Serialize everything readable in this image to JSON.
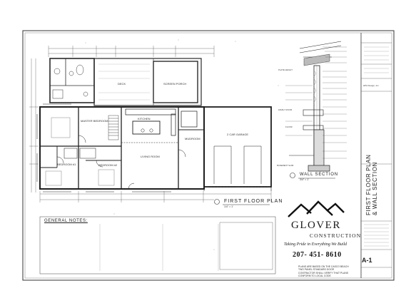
{
  "plan": {
    "title": "FIRST FLOOR PLAN",
    "scale": "1/4\" = 1'",
    "rooms": {
      "deck": "DECK",
      "screen_porch": "SCREEN PORCH",
      "kitchen": "KITCHEN",
      "master_bedroom": "MASTER BEDROOM",
      "living_room": "LIVING ROOM",
      "bedroom_1": "BEDROOM #1",
      "bedroom_2": "BEDROOM #2",
      "mudroom": "MUDROOM",
      "garage": "2 CAR GARAGE"
    }
  },
  "wall_section": {
    "title": "WALL SECTION",
    "scale": "3/4\" = 1'",
    "labels": [
      "PLATE HEIGHT",
      "FAMILY ROOM",
      "BASEMENT SLAB",
      "FLOOR"
    ]
  },
  "notes": {
    "title": "GENERAL NOTES:"
  },
  "logo": {
    "name": "GLOVER",
    "sub": "CONSTRUCTION",
    "tagline": "Taking Pride in Everything We Build",
    "phone": "207- 451- 8610"
  },
  "plan_note": "PLANS ARE BASED ON THE CASCO BEACH\nTWO PANEL STANDARD DOOR\nCONTRACTOR SHALL VERIFY THAT PLANS\nCONFORM TO LOCAL CODE",
  "title_block": {
    "vertical_title": "FIRST FLOOR PLAN\n& WALL SECTION",
    "firm": "HPA Design, Inc.",
    "sheet": "A-1"
  },
  "colors": {
    "ink": "#2a2a2a",
    "paper": "#ffffff"
  }
}
